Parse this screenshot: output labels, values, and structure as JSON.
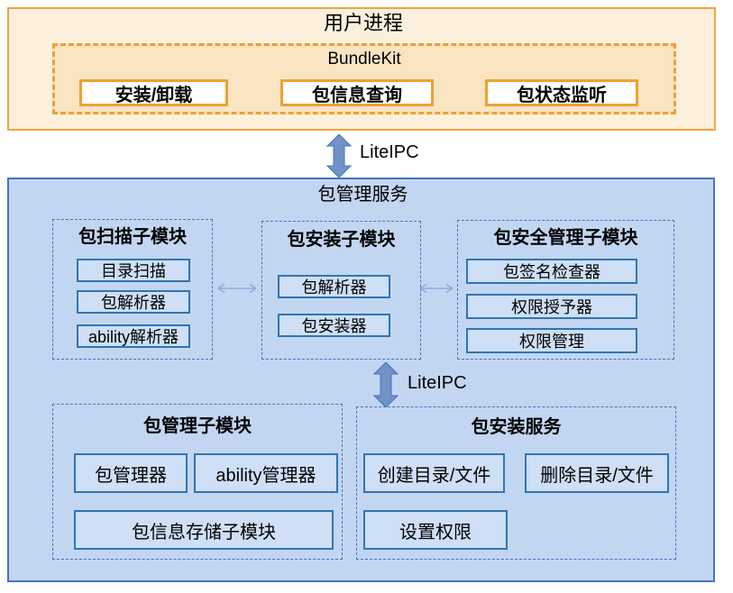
{
  "user_process": {
    "title": "用户进程",
    "bundlekit": {
      "label": "BundleKit",
      "buttons": [
        "安装/卸载",
        "包信息查询",
        "包状态监听"
      ]
    }
  },
  "ipc": {
    "top_label": "LiteIPC",
    "inner_label": "LiteIPC"
  },
  "pkg_service": {
    "title": "包管理服务",
    "modules": {
      "scan": {
        "title": "包扫描子模块",
        "items": [
          "目录扫描",
          "包解析器",
          "ability解析器"
        ]
      },
      "install": {
        "title": "包安装子模块",
        "items": [
          "包解析器",
          "包安装器"
        ]
      },
      "security": {
        "title": "包安全管理子模块",
        "items": [
          "包签名检查器",
          "权限授予器",
          "权限管理"
        ]
      },
      "manage": {
        "title": "包管理子模块",
        "items": [
          "包管理器",
          "ability管理器",
          "包信息存储子模块"
        ]
      },
      "install_service": {
        "title": "包安装服务",
        "items": [
          "创建目录/文件",
          "删除目录/文件",
          "设置权限"
        ]
      }
    }
  },
  "colors": {
    "orange_box_fill": "#FCF0DD",
    "orange_box_border": "#F2A440",
    "bundlekit_fill": "#FAE5C3",
    "bundlekit_dash_border": "#EF9F2F",
    "button_border": "#F0A030",
    "service_box_fill": "#C3D6F1",
    "service_box_border": "#4472C4",
    "item_fill": "#CEDFF6",
    "item_border": "#2E75B6",
    "block_arrow_fill": "#7092C6",
    "thin_arrow": "#8FAADC",
    "text": "#000000"
  }
}
